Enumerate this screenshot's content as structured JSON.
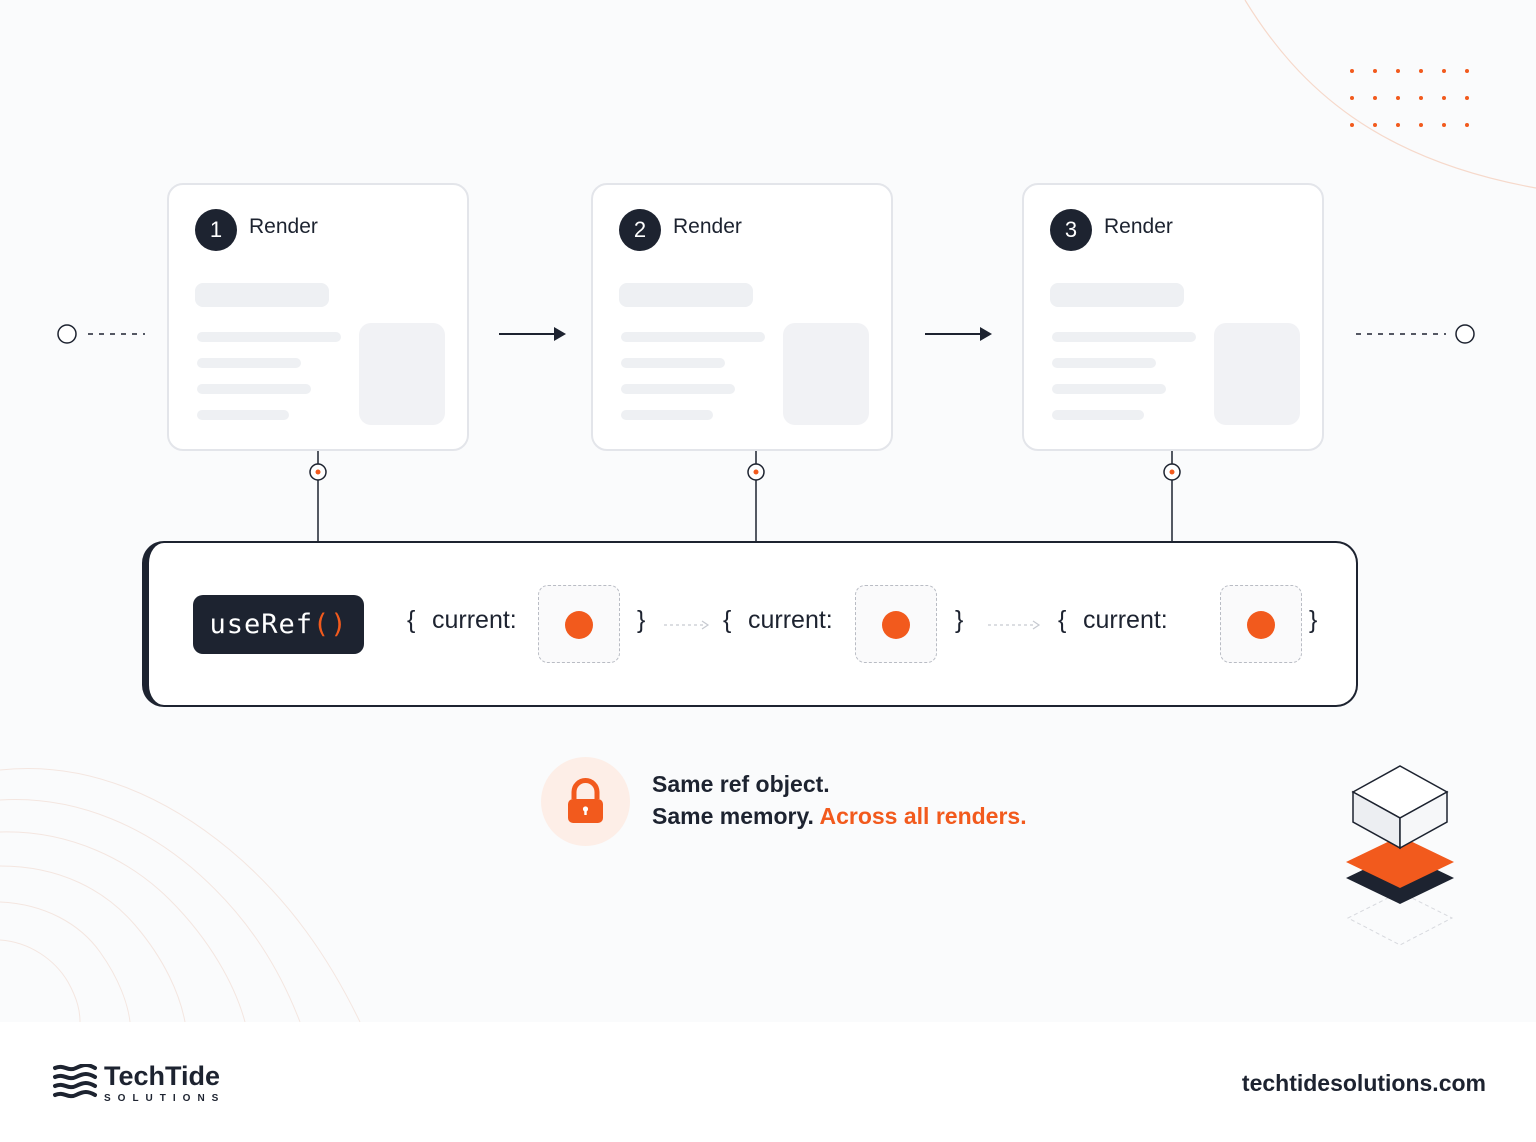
{
  "renders": [
    {
      "number": "1",
      "label": "Render"
    },
    {
      "number": "2",
      "label": "Render"
    },
    {
      "number": "3",
      "label": "Render"
    }
  ],
  "ref_panel": {
    "hook_name": "useRef",
    "hook_parens": "()",
    "open_brace": "{",
    "close_brace": "}",
    "current_label": "current:"
  },
  "message": {
    "line1": "Same ref object.",
    "line2_plain": "Same memory.",
    "line2_accent": "Across all renders."
  },
  "footer": {
    "brand_name": "TechTide",
    "brand_subtitle": "SOLUTIONS",
    "website": "techtidesolutions.com"
  },
  "colors": {
    "accent": "#f25a1d",
    "dark": "#1d2330",
    "border": "#e3e5ea"
  },
  "icons": {
    "lock": "lock-icon",
    "cube": "stacked-cube-icon",
    "logo": "wave-logo-icon"
  }
}
